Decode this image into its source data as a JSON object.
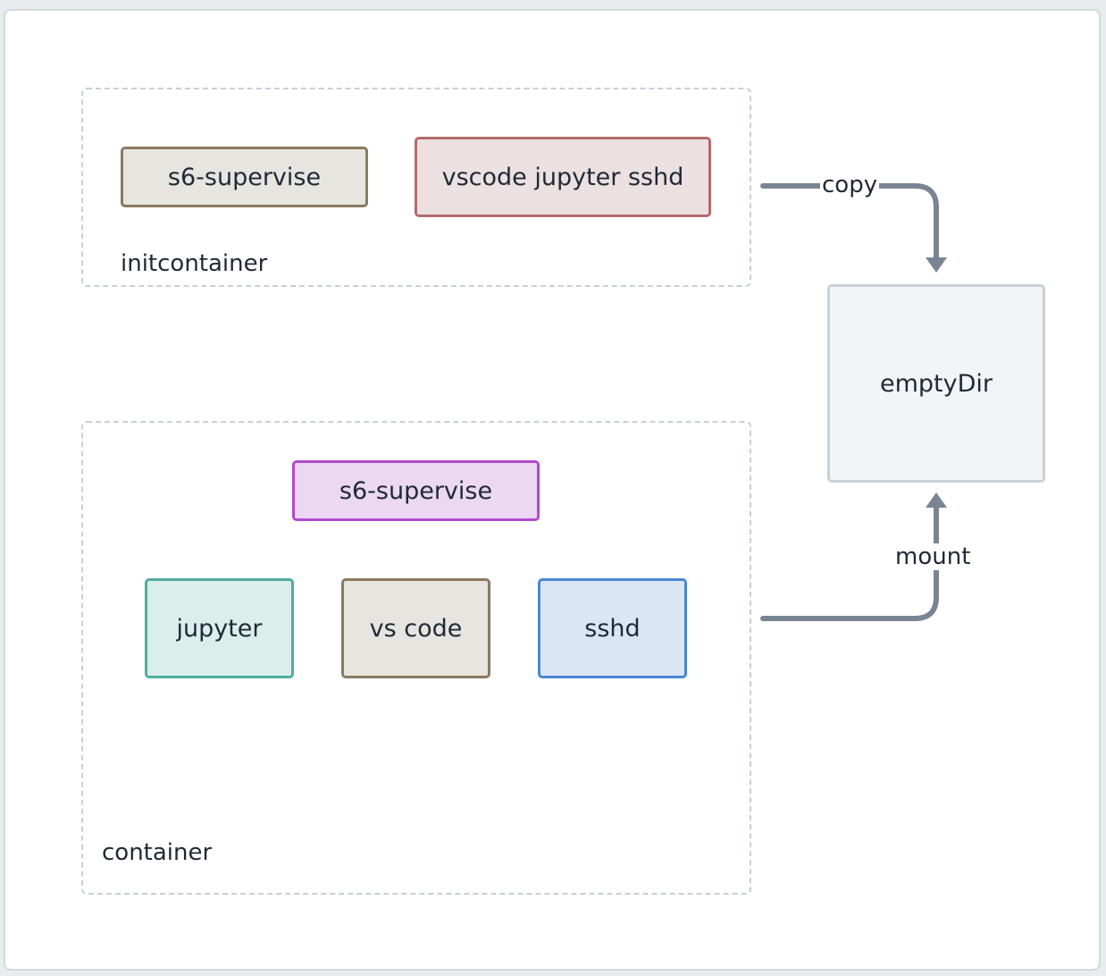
{
  "groups": {
    "initcontainer": {
      "label": "initcontainer"
    },
    "container": {
      "label": "container"
    }
  },
  "nodes": {
    "init_s6": {
      "label": "s6-supervise",
      "fill": "#e6e5df",
      "stroke": "#8a7a5f"
    },
    "init_bundle": {
      "label": "vscode jupyter sshd",
      "fill": "#ece0e0",
      "stroke": "#b56b6b"
    },
    "main_s6": {
      "label": "s6-supervise",
      "fill": "#ecd8f3",
      "stroke": "#b24ad0"
    },
    "jupyter": {
      "label": "jupyter",
      "fill": "#daeeea",
      "stroke": "#4fada0"
    },
    "vscode": {
      "label": "vs code",
      "fill": "#e6e5df",
      "stroke": "#8a7a5f"
    },
    "sshd": {
      "label": "sshd",
      "fill": "#dbe6f4",
      "stroke": "#4a86d4"
    },
    "emptydir": {
      "label": "emptyDir",
      "fill": "#f3f4f6",
      "stroke": "#c8d0d8"
    }
  },
  "edges": {
    "copy": {
      "label": "copy",
      "color": "#7a8593"
    },
    "mount": {
      "label": "mount",
      "color": "#7a8593"
    }
  }
}
